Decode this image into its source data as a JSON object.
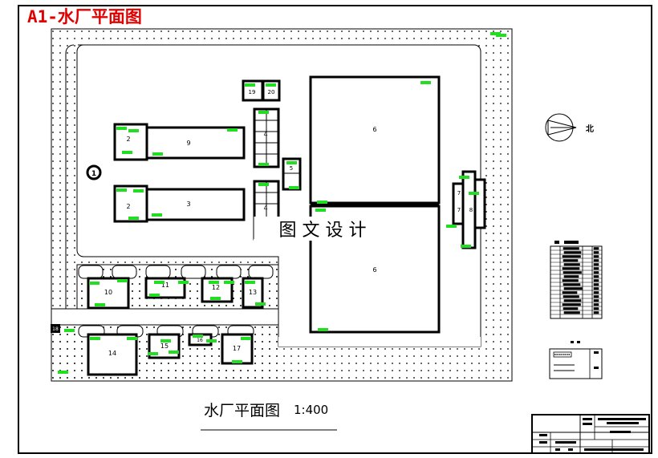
{
  "sheet_label": "A1-水厂平面图",
  "caption": {
    "title": "水厂平面图",
    "scale": "1:400"
  },
  "watermark": "图 文 设 计",
  "compass_label": "北",
  "buildings": [
    {
      "id": "b-2a",
      "label": "2"
    },
    {
      "id": "b-9",
      "label": "9"
    },
    {
      "id": "b-2b",
      "label": "2"
    },
    {
      "id": "b-3",
      "label": "3"
    },
    {
      "id": "b-19",
      "label": "19"
    },
    {
      "id": "b-20",
      "label": "20"
    },
    {
      "id": "b-4a",
      "label": "4"
    },
    {
      "id": "b-4b",
      "label": "4"
    },
    {
      "id": "b-5",
      "label": "5"
    },
    {
      "id": "b-6a",
      "label": "6"
    },
    {
      "id": "b-6b",
      "label": "6"
    },
    {
      "id": "b-7a",
      "label": "7"
    },
    {
      "id": "b-7b",
      "label": "7"
    },
    {
      "id": "b-8",
      "label": "8"
    },
    {
      "id": "b-10",
      "label": "10"
    },
    {
      "id": "b-11",
      "label": "11"
    },
    {
      "id": "b-12",
      "label": "12"
    },
    {
      "id": "b-13",
      "label": "13"
    },
    {
      "id": "b-14",
      "label": "14"
    },
    {
      "id": "b-15",
      "label": "15"
    },
    {
      "id": "b-16",
      "label": "16"
    },
    {
      "id": "b-17",
      "label": "17"
    }
  ],
  "markers": [
    {
      "id": "m-1",
      "label": "1"
    },
    {
      "id": "m-18",
      "label": "18"
    }
  ],
  "colors": {
    "sheet_label": "#e00000",
    "tag": "#22dd22",
    "line": "#000000",
    "paper": "#ffffff"
  }
}
